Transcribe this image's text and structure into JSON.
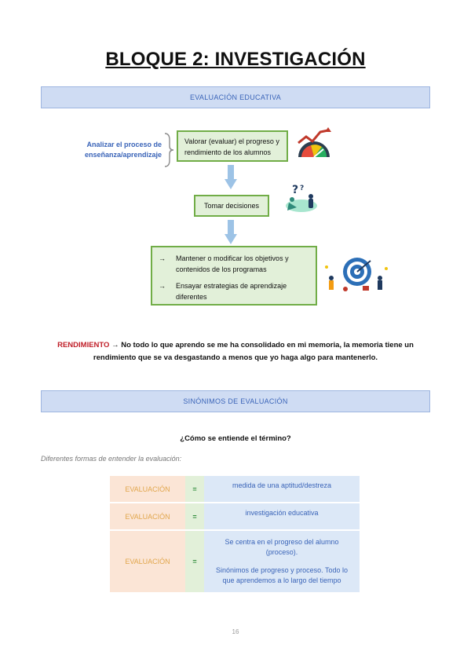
{
  "page": {
    "title": "BLOQUE 2: INVESTIGACIÓN",
    "page_number": "16"
  },
  "section1": {
    "band": "EVALUACIÓN EDUCATIVA",
    "side_label_line1": "Analizar el proceso de",
    "side_label_line2": "enseñanza/aprendizaje",
    "box1_line1": "Valorar (evaluar) el progreso y",
    "box1_line2": "rendimiento de los alumnos",
    "box2": "Tomar decisiones",
    "bullets": [
      {
        "arrow": "→",
        "line1": "Mantener o modificar los objetivos y",
        "line2": "contenidos de los programas"
      },
      {
        "arrow": "→",
        "line1": "Ensayar estrategias de aprendizaje",
        "line2": "diferentes"
      }
    ]
  },
  "rendimiento": {
    "keyword": "RENDIMIENTO",
    "line1": " → No todo lo que aprendo se me ha consolidado en mi memoria, la memoria tiene un",
    "line2": "rendimiento que se va desgastando a menos que yo haga algo para mantenerlo."
  },
  "section2": {
    "band": "SINÓNIMOS DE EVALUACIÓN",
    "question": "¿Cómo se entiende el término?",
    "subtitle": "Diferentes formas de entender la evaluación:",
    "rows": [
      {
        "label": "EVALUACIÓN",
        "eq": "=",
        "lines": [
          "medida de una aptitud/destreza"
        ]
      },
      {
        "label": "EVALUACIÓN",
        "eq": "=",
        "lines": [
          "investigación educativa"
        ]
      },
      {
        "label": "EVALUACIÓN",
        "eq": "=",
        "lines": [
          "Se centra en el progreso del alumno",
          "(proceso).",
          "",
          "Sinónimos de progreso y proceso. Todo lo",
          "que aprendemos a lo largo del tiempo"
        ]
      }
    ]
  },
  "colors": {
    "band_bg": "#cfdcf3",
    "band_text": "#3a64b8",
    "green_box": "#e2f0d9",
    "green_border": "#71ad47",
    "arrow_blue": "#9dc3e6",
    "rendimiento_red": "#c0202a",
    "label_orange_bg": "#fbe5d6",
    "label_orange_text": "#e1a64c"
  },
  "icons": [
    "growth-chart-gauge-icon",
    "question-people-icon",
    "target-team-icon",
    "curly-brace-icon",
    "down-arrow-icon"
  ]
}
